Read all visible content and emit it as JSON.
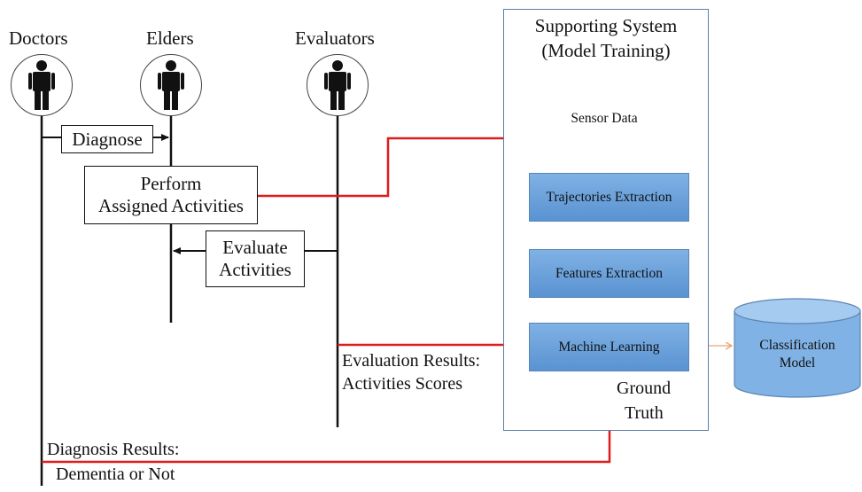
{
  "actors": [
    {
      "id": "doctors",
      "label": "Doctors",
      "icon": "person-icon"
    },
    {
      "id": "elders",
      "label": "Elders",
      "icon": "person-icon"
    },
    {
      "id": "evaluators",
      "label": "Evaluators",
      "icon": "person-icon"
    }
  ],
  "messages": {
    "diagnose": "Diagnose",
    "perform_line1": "Perform",
    "perform_line2": "Assigned Activities",
    "evaluate_line1": "Evaluate",
    "evaluate_line2": "Activities"
  },
  "system": {
    "title_line1": "Supporting System",
    "title_line2": "(Model Training)",
    "sensor_data": "Sensor Data",
    "steps": [
      "Trajectories Extraction",
      "Features Extraction",
      "Machine Learning"
    ],
    "output_line1": "Classification",
    "output_line2": "Model"
  },
  "annotations": {
    "evaluation_line1": "Evaluation Results:",
    "evaluation_line2": "Activities Scores",
    "ground_truth_line1": "Ground",
    "ground_truth_line2": "Truth",
    "diagnosis_line1": "Diagnosis Results:",
    "diagnosis_line2": "Dementia or Not"
  },
  "colors": {
    "flow_red": "#e01b1b",
    "internal_arrow": "#f0a070",
    "process_fill": "#6ea4dd",
    "panel_border": "#5a7fa8",
    "cylinder_fill": "#80b2e6"
  }
}
